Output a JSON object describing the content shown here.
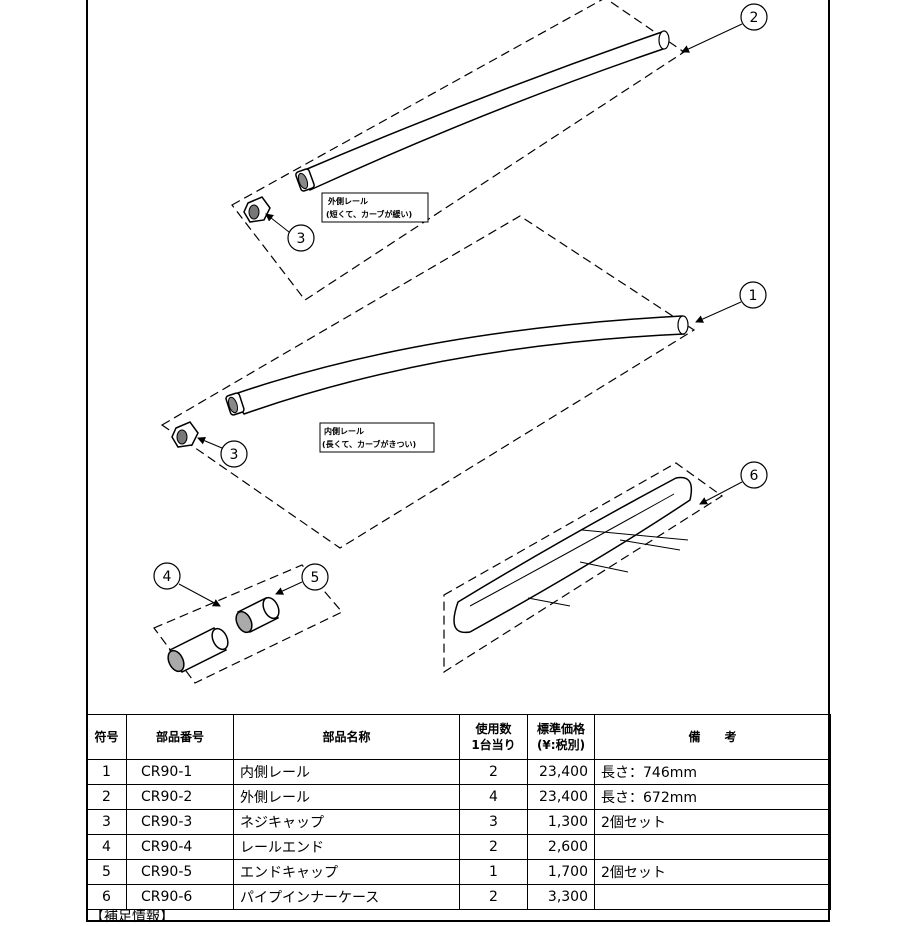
{
  "diagram": {
    "callouts": {
      "c1": "1",
      "c2": "2",
      "c3a": "3",
      "c3b": "3",
      "c4": "4",
      "c5": "5",
      "c6": "6"
    },
    "outer_rail_label": [
      "外側レール",
      "(短くて、カーブが緩い)"
    ],
    "inner_rail_label": [
      "内側レール",
      "(長くて、カーブがきつい)"
    ]
  },
  "table": {
    "headers": {
      "num": "符号",
      "code": "部品番号",
      "name": "部品名称",
      "qty": [
        "使用数",
        "1台当り"
      ],
      "price": [
        "標準価格",
        "(¥:税別)"
      ],
      "note": "備　　考"
    },
    "rows": [
      {
        "num": "1",
        "code": "CR90-1",
        "name": "内側レール",
        "qty": "2",
        "price": "23,400",
        "note": "長さ：746mm"
      },
      {
        "num": "2",
        "code": "CR90-2",
        "name": "外側レール",
        "qty": "4",
        "price": "23,400",
        "note": "長さ：672mm"
      },
      {
        "num": "3",
        "code": "CR90-3",
        "name": "ネジキャップ",
        "qty": "3",
        "price": "1,300",
        "note": "2個セット"
      },
      {
        "num": "4",
        "code": "CR90-4",
        "name": "レールエンド",
        "qty": "2",
        "price": "2,600",
        "note": ""
      },
      {
        "num": "5",
        "code": "CR90-5",
        "name": "エンドキャップ",
        "qty": "1",
        "price": "1,700",
        "note": "2個セット"
      },
      {
        "num": "6",
        "code": "CR90-6",
        "name": "パイプインナーケース",
        "qty": "2",
        "price": "3,300",
        "note": ""
      }
    ]
  },
  "supplement": "【補足情報】"
}
